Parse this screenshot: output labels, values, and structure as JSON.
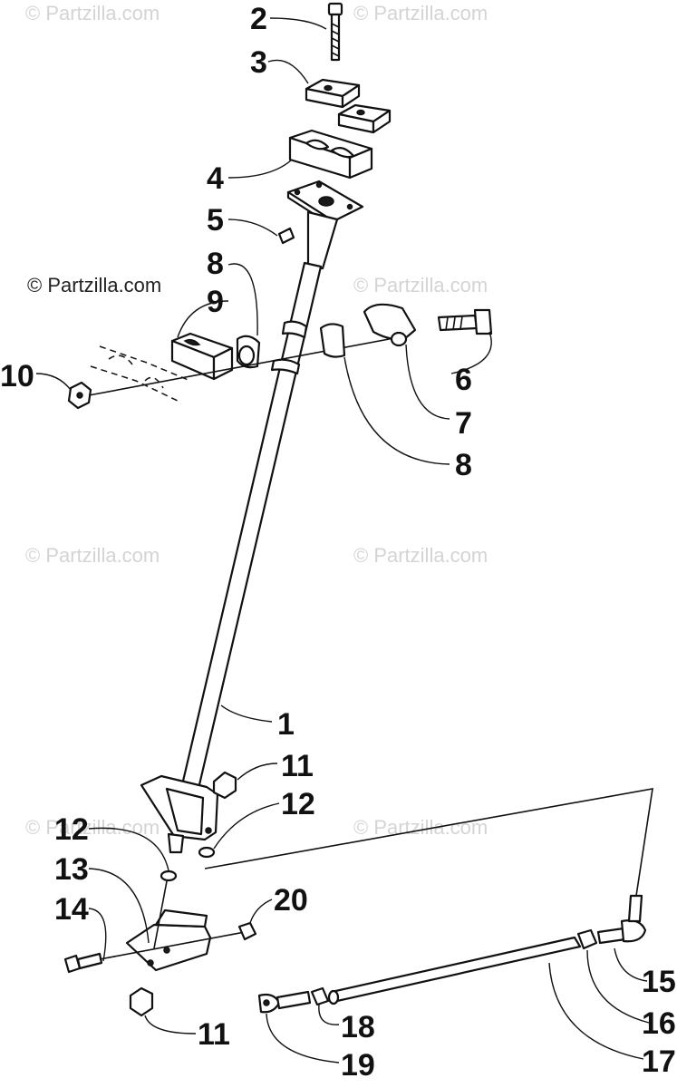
{
  "watermarks": {
    "main": "© Partzilla.com",
    "faint": [
      "© Partzilla.com",
      "© Partzilla.com",
      "© Partzilla.com",
      "© Partzilla.com",
      "© Partzilla.com",
      "© Partzilla.com",
      "© Partzilla.com"
    ]
  },
  "callouts": [
    "2",
    "3",
    "4",
    "5",
    "8",
    "9",
    "10",
    "6",
    "7",
    "8",
    "1",
    "11",
    "12",
    "12",
    "13",
    "14",
    "20",
    "11",
    "15",
    "16",
    "18",
    "19",
    "17"
  ]
}
